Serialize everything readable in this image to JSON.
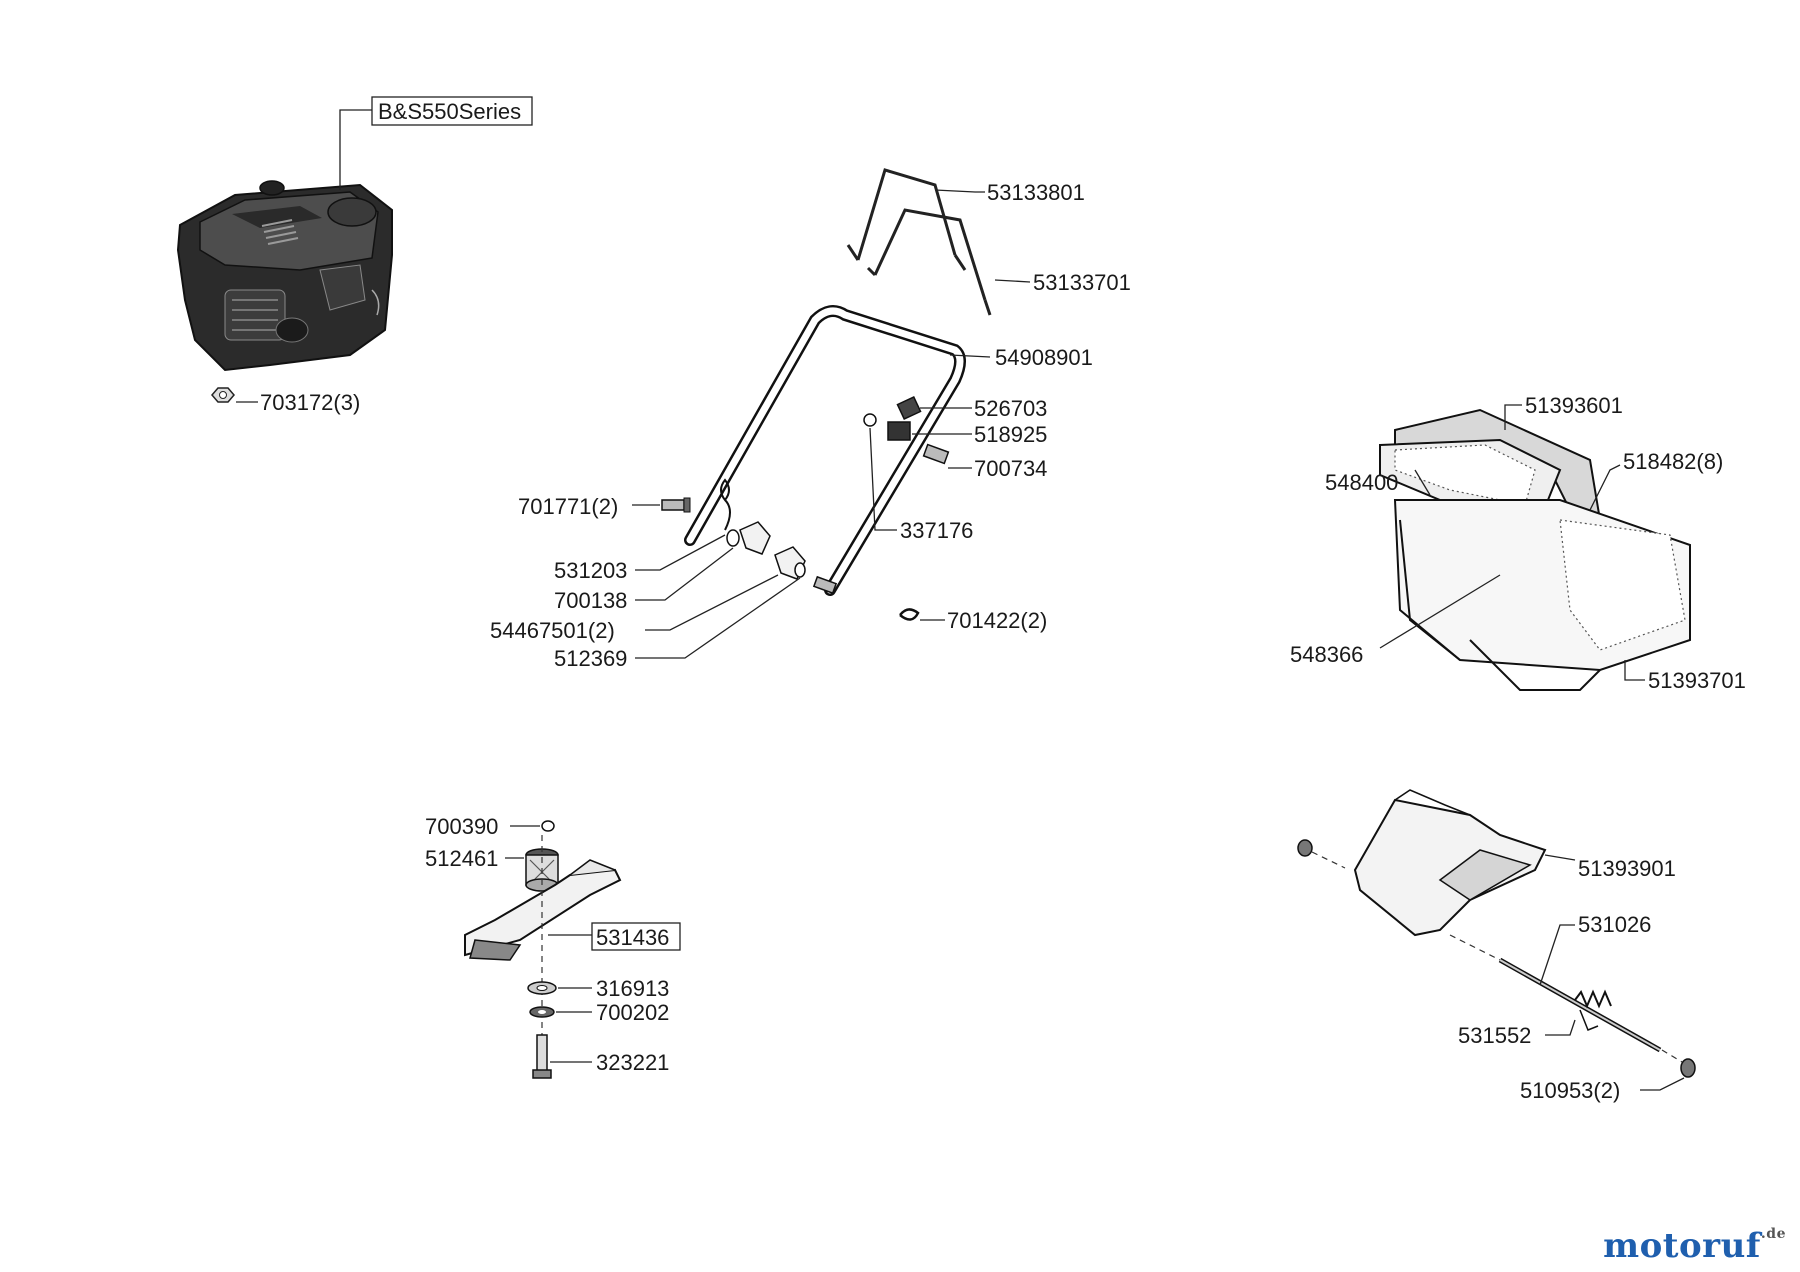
{
  "diagram": {
    "engine_label": "B&S550Series",
    "callouts": {
      "engine_nut": "703172(3)",
      "upper_handle_1": "53133801",
      "upper_handle_2": "53133701",
      "lower_handle": "54908901",
      "p526703": "526703",
      "p518925": "518925",
      "p700734": "700734",
      "p701771": "701771(2)",
      "p337176": "337176",
      "p531203": "531203",
      "p700138": "700138",
      "p54467501": "54467501(2)",
      "p512369": "512369",
      "p701422": "701422(2)",
      "catcher_top": "51393601",
      "catcher_frame": "548400",
      "catcher_screws": "518482(8)",
      "catcher_inner": "548366",
      "catcher_bottom": "51393701",
      "blade_bolt_cap": "700390",
      "blade_adapter": "512461",
      "blade": "531436",
      "washer": "316913",
      "lock_washer": "700202",
      "blade_bolt": "323221",
      "rear_flap": "51393901",
      "flap_rod": "531026",
      "flap_spring": "531552",
      "rod_caps": "510953(2)"
    }
  },
  "watermark": {
    "brand": "motoruf",
    "suffix": ".de"
  }
}
